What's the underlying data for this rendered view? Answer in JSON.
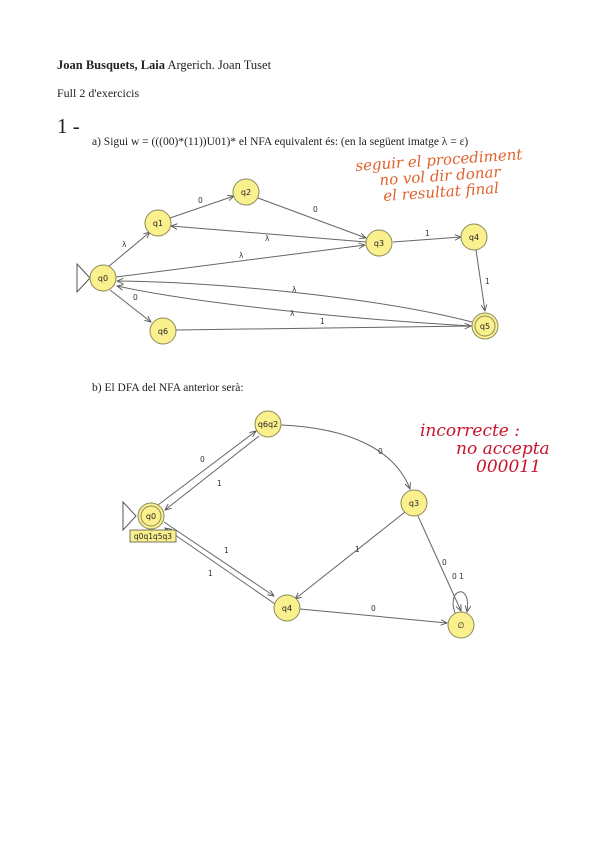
{
  "header": {
    "authors_bold": "Joan Busquets, Laia",
    "authors_rest": " Argerich. Joan Tuset",
    "subtitle": "Full 2 d'exercicis"
  },
  "section": {
    "number": "1 -"
  },
  "part_a": {
    "question": "a) Sigui w = (((00)*(11))U01)* el NFA equivalent és: (en la següent imatge λ = ε)",
    "states": {
      "q0": "q0",
      "q1": "q1",
      "q2": "q2",
      "q3": "q3",
      "q4": "q4",
      "q5": "q5",
      "q6": "q6"
    },
    "edge_labels": {
      "q0_q1": "λ",
      "q1_q2": "0",
      "q2_q3": "0",
      "q3_q1": "λ",
      "q0_q3": "λ",
      "q3_q4": "1",
      "q4_q5": "1",
      "q5_q0_upper": "λ",
      "q5_q0_lower": "λ",
      "q0_q6": "0",
      "q6_q5": "1"
    },
    "annotation_line1": "seguir el procediment",
    "annotation_line2": "no vol dir donar",
    "annotation_line3": "el resultat final",
    "annotation_color": "#e0612c"
  },
  "part_b": {
    "question": "b) El DFA del NFA anterior serà:",
    "states": {
      "q0": "q0",
      "q6q2": "q6q2",
      "q3": "q3",
      "q4": "q4",
      "empty": "∅"
    },
    "q0_tag": "q0q1q5q3",
    "edge_labels": {
      "q0_q6q2": "0",
      "q6q2_q0": "1",
      "q6q2_q3": "0",
      "q3_q4": "1",
      "q3_empty": "0",
      "q0_q4": "1",
      "q4_q0": "1",
      "q4_empty": "0",
      "empty_loop": "0 1"
    },
    "annotation_line1": "incorrecte :",
    "annotation_line2": "no accepta",
    "annotation_line3": "000011",
    "annotation_color": "#c8142b"
  }
}
